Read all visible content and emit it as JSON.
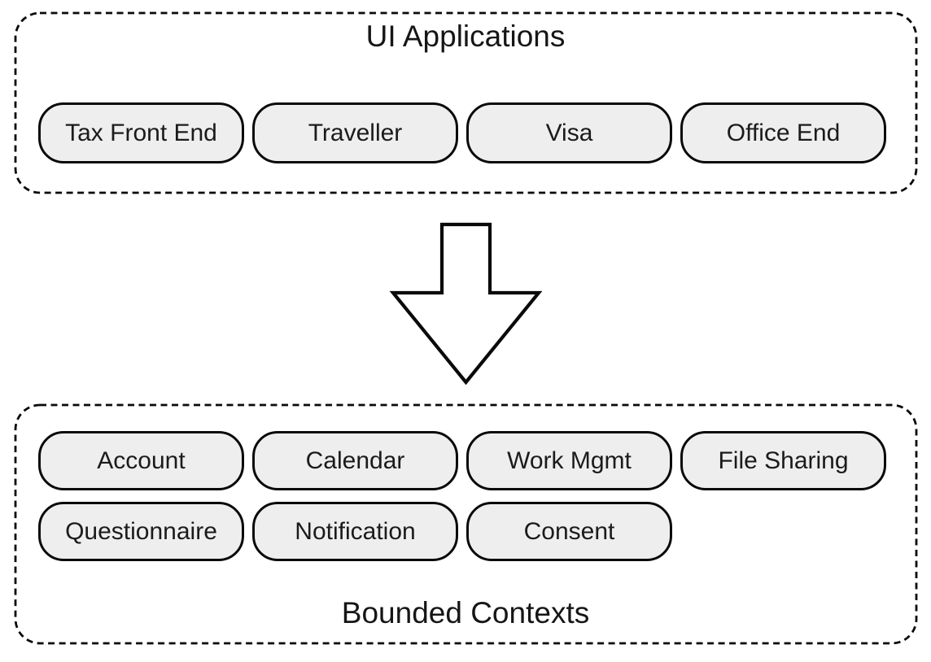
{
  "diagram": {
    "background_color": "#ffffff",
    "stroke_color": "#0a0a0a",
    "pill_fill_color": "#eeeeee",
    "top_box": {
      "title": "UI Applications",
      "pills": [
        "Tax Front End",
        "Traveller",
        "Visa",
        "Office End"
      ]
    },
    "arrow": {
      "direction": "down",
      "fill": "#ffffff",
      "stroke": "#0a0a0a"
    },
    "bottom_box": {
      "title": "Bounded Contexts",
      "rows": [
        [
          "Account",
          "Calendar",
          "Work Mgmt",
          "File Sharing"
        ],
        [
          "Questionnaire",
          "Notification",
          "Consent"
        ]
      ]
    }
  }
}
